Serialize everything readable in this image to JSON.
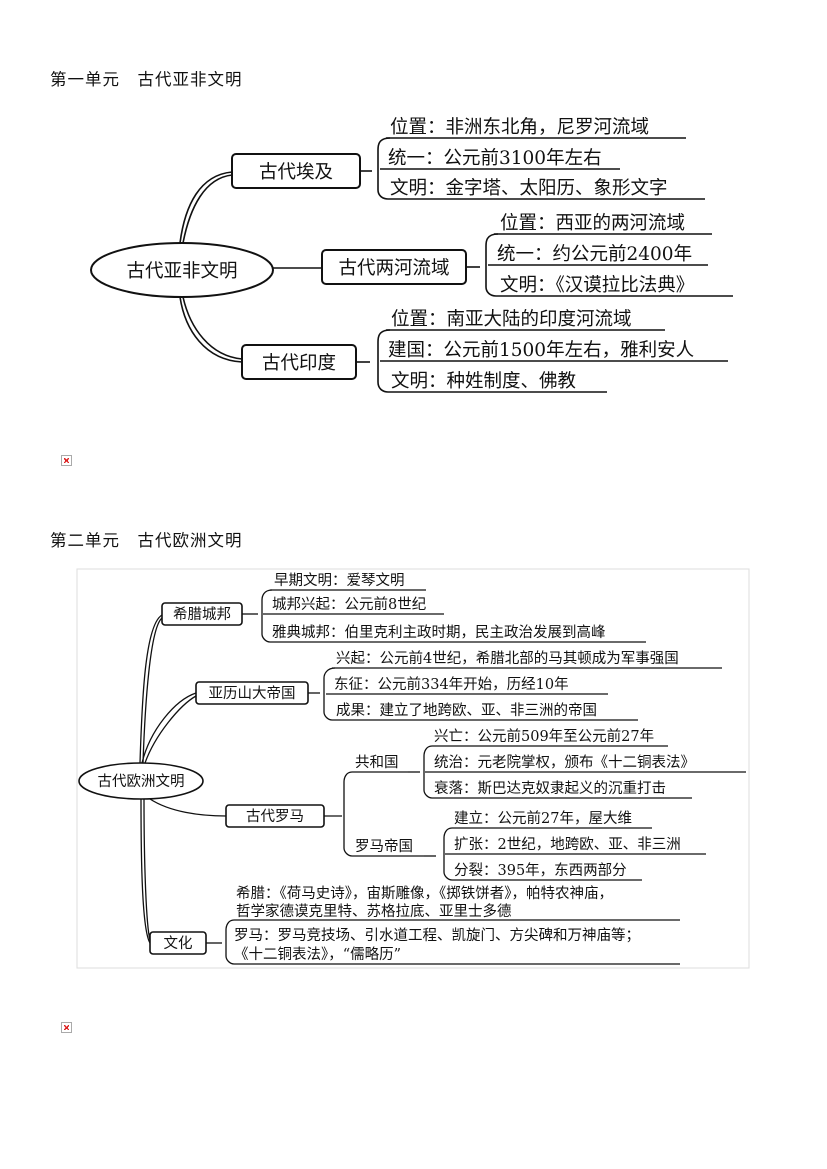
{
  "unit1": {
    "title": "第一单元　古代亚非文明",
    "root": "古代亚非文明",
    "branches": [
      {
        "name": "古代埃及",
        "leaves": [
          "位置：非洲东北角，尼罗河流域",
          "统一：公元前3100年左右",
          "文明：金字塔、太阳历、象形文字"
        ]
      },
      {
        "name": "古代两河流域",
        "leaves": [
          "位置：西亚的两河流域",
          "统一：约公元前2400年",
          "文明：《汉谟拉比法典》"
        ]
      },
      {
        "name": "古代印度",
        "leaves": [
          "位置：南亚大陆的印度河流域",
          "建国：公元前1500年左右，雅利安人",
          "文明：种姓制度、佛教"
        ]
      }
    ]
  },
  "unit2": {
    "title": "第二单元　古代欧洲文明",
    "root": "古代欧洲文明",
    "branches": [
      {
        "name": "希腊城邦",
        "leaves": [
          "早期文明：爱琴文明",
          "城邦兴起：公元前8世纪",
          "雅典城邦：伯里克利主政时期，民主政治发展到高峰"
        ]
      },
      {
        "name": "亚历山大帝国",
        "leaves": [
          "兴起：公元前4世纪，希腊北部的马其顿成为军事强国",
          "东征：公元前334年开始，历经10年",
          "成果：建立了地跨欧、亚、非三洲的帝国"
        ]
      },
      {
        "name": "古代罗马",
        "subs": [
          {
            "name": "共和国",
            "leaves": [
              "兴亡：公元前509年至公元前27年",
              "统治：元老院掌权，颁布《十二铜表法》",
              "衰落：斯巴达克奴隶起义的沉重打击"
            ]
          },
          {
            "name": "罗马帝国",
            "leaves": [
              "建立：公元前27年，屋大维",
              "扩张：2世纪，地跨欧、亚、非三洲",
              "分裂：395年，东西两部分"
            ]
          }
        ]
      },
      {
        "name": "文化",
        "leaves": [
          "希腊：《荷马史诗》，宙斯雕像，《掷铁饼者》，帕特农神庙，",
          "哲学家德谟克里特、苏格拉底、亚里士多德",
          "罗马：罗马竞技场、引水道工程、凯旋门、方尖碑和万神庙等；",
          "《十二铜表法》，“儒略历”"
        ]
      }
    ]
  }
}
